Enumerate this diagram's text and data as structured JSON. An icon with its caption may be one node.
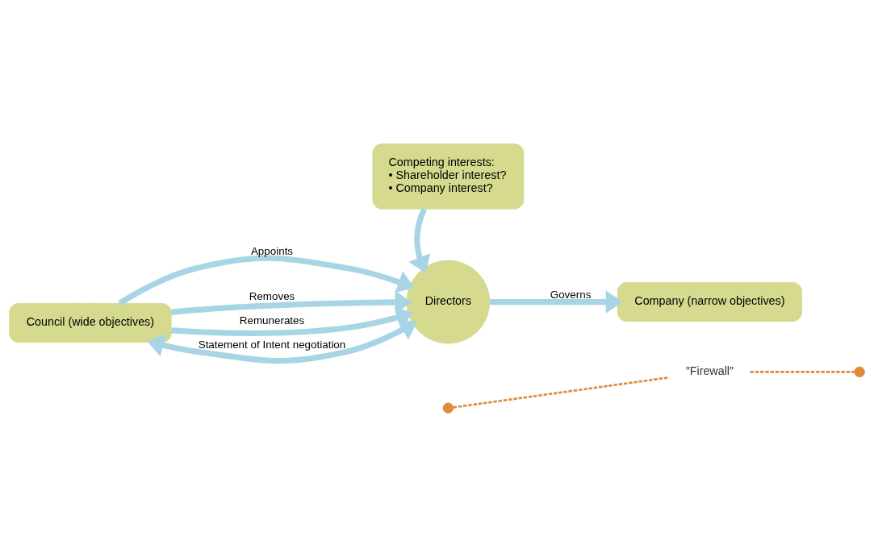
{
  "diagram": {
    "nodes": [
      {
        "text": [
          "Council (wide objectives)"
        ]
      },
      {
        "text": [
          "Directors"
        ]
      },
      {
        "text": [
          "Company (narrow objectives)"
        ]
      },
      {
        "text": [
          "Competing interests:",
          "• Shareholder interest?",
          "• Company interest?"
        ]
      }
    ],
    "edges": [
      {
        "from": 0,
        "to": 1,
        "arrow": "to",
        "label": "Appoints"
      },
      {
        "from": 0,
        "to": 1,
        "arrow": "to",
        "label": "Removes"
      },
      {
        "from": 0,
        "to": 1,
        "arrow": "to",
        "label": "Remunerates"
      },
      {
        "from": 1,
        "to": 2,
        "arrow": "to",
        "label": "Governs"
      },
      {
        "from": 0,
        "to": 1,
        "arrow": "both",
        "label": "Statement of Intent negotiation"
      },
      {
        "from": 3,
        "to": 1,
        "arrow": "to"
      }
    ],
    "labels": [
      "″Firewall″"
    ]
  }
}
